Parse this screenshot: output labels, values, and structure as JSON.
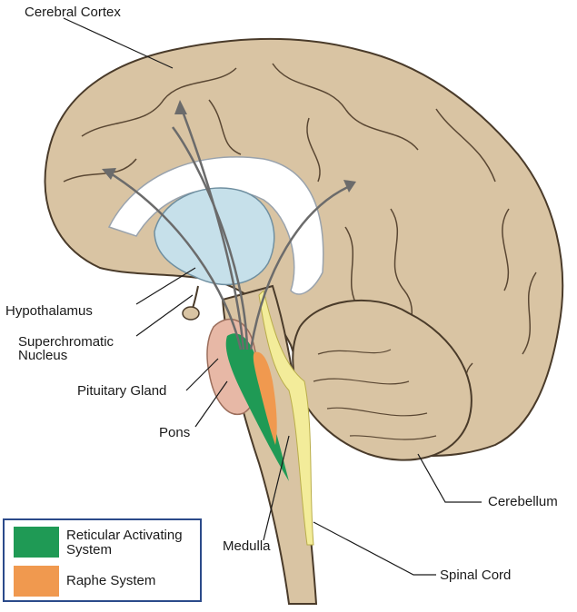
{
  "labels": {
    "cerebral_cortex": "Cerebral Cortex",
    "hypothalamus": "Hypothalamus",
    "superchromatic_line1": "Superchromatic",
    "superchromatic_line2": "Nucleus",
    "pituitary": "Pituitary Gland",
    "pons": "Pons",
    "medulla": "Medulla",
    "cerebellum": "Cerebellum",
    "spinal_cord": "Spinal Cord"
  },
  "legend": {
    "items": [
      {
        "line1": "Reticular Activating",
        "line2": "System",
        "color": "#1f9a55"
      },
      {
        "line1": "Raphe System",
        "line2": "",
        "color": "#f0994f"
      }
    ],
    "border_color": "#2b4a8a"
  },
  "colors": {
    "brain": "#d9c4a3",
    "brain_outline": "#4a3b2a",
    "thalamus": "#c6e0ea",
    "ventricle": "#ffffff",
    "pons": "#e7b8a6",
    "tract": "#f3ec9a"
  }
}
